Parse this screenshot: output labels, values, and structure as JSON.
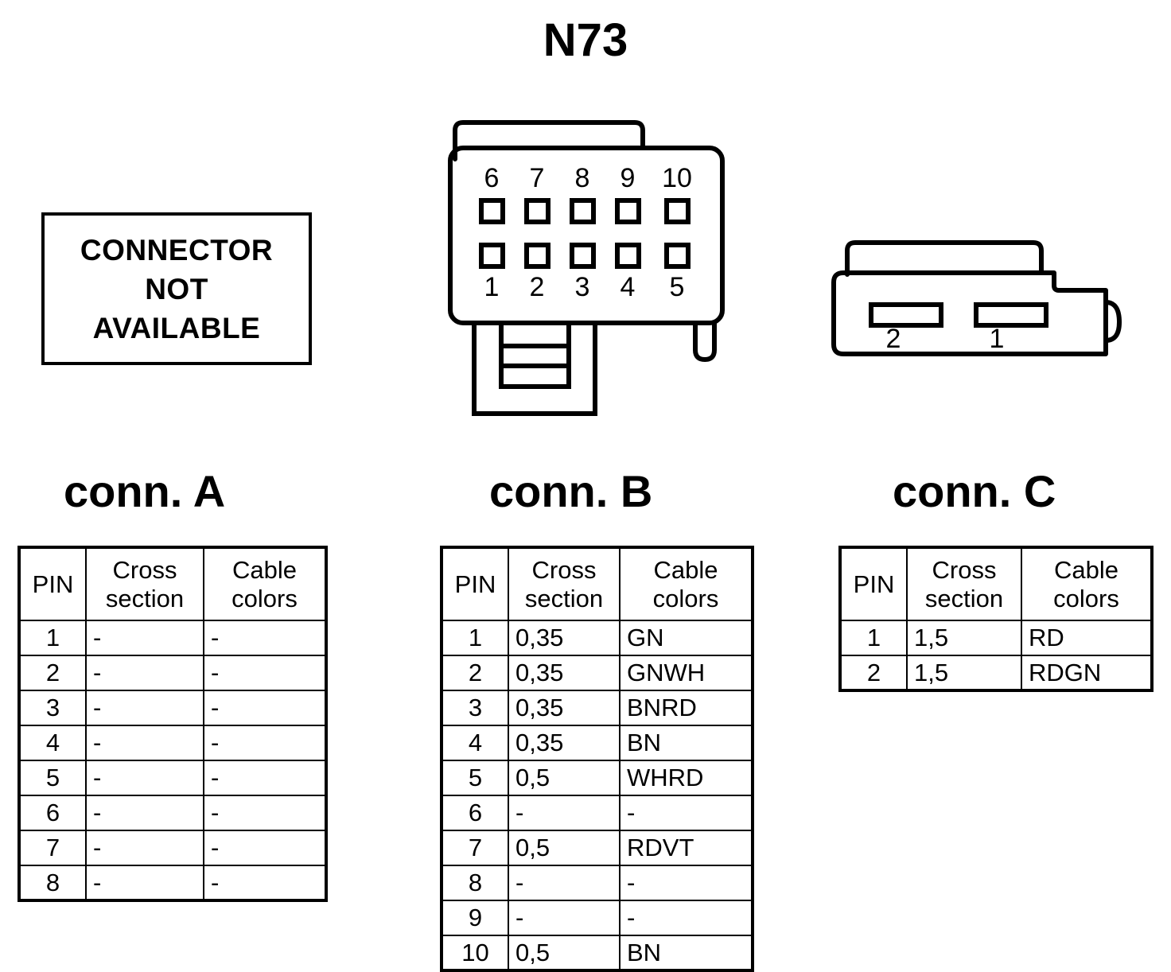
{
  "title": "N73",
  "not_available": {
    "line1": "CONNECTOR",
    "line2": "NOT",
    "line3": "AVAILABLE"
  },
  "drawings": {
    "conn_b": {
      "name": "ten-pin-connector",
      "top_row_pins": [
        "6",
        "7",
        "8",
        "9",
        "10"
      ],
      "bottom_row_pins": [
        "1",
        "2",
        "3",
        "4",
        "5"
      ]
    },
    "conn_c": {
      "name": "two-pin-connector",
      "pins": [
        "2",
        "1"
      ]
    }
  },
  "headings": {
    "a": "conn. A",
    "b": "conn. B",
    "c": "conn. C"
  },
  "table_headers": {
    "pin": "PIN",
    "cross_l1": "Cross",
    "cross_l2": "section",
    "cable_l1": "Cable",
    "cable_l2": "colors"
  },
  "tables": {
    "conn_a": {
      "rows": [
        {
          "pin": "1",
          "cross": "-",
          "cable": "-"
        },
        {
          "pin": "2",
          "cross": "-",
          "cable": "-"
        },
        {
          "pin": "3",
          "cross": "-",
          "cable": "-"
        },
        {
          "pin": "4",
          "cross": "-",
          "cable": "-"
        },
        {
          "pin": "5",
          "cross": "-",
          "cable": "-"
        },
        {
          "pin": "6",
          "cross": "-",
          "cable": "-"
        },
        {
          "pin": "7",
          "cross": "-",
          "cable": "-"
        },
        {
          "pin": "8",
          "cross": "-",
          "cable": "-"
        }
      ]
    },
    "conn_b": {
      "rows": [
        {
          "pin": "1",
          "cross": "0,35",
          "cable": "GN"
        },
        {
          "pin": "2",
          "cross": "0,35",
          "cable": "GNWH"
        },
        {
          "pin": "3",
          "cross": "0,35",
          "cable": "BNRD"
        },
        {
          "pin": "4",
          "cross": "0,35",
          "cable": "BN"
        },
        {
          "pin": "5",
          "cross": "0,5",
          "cable": "WHRD"
        },
        {
          "pin": "6",
          "cross": "-",
          "cable": "-"
        },
        {
          "pin": "7",
          "cross": "0,5",
          "cable": "RDVT"
        },
        {
          "pin": "8",
          "cross": "-",
          "cable": "-"
        },
        {
          "pin": "9",
          "cross": "-",
          "cable": "-"
        },
        {
          "pin": "10",
          "cross": "0,5",
          "cable": "BN"
        }
      ]
    },
    "conn_c": {
      "rows": [
        {
          "pin": "1",
          "cross": "1,5",
          "cable": "RD"
        },
        {
          "pin": "2",
          "cross": "1,5",
          "cable": "RDGN"
        }
      ]
    }
  },
  "colors": {
    "ink": "#000000",
    "paper": "#ffffff"
  }
}
